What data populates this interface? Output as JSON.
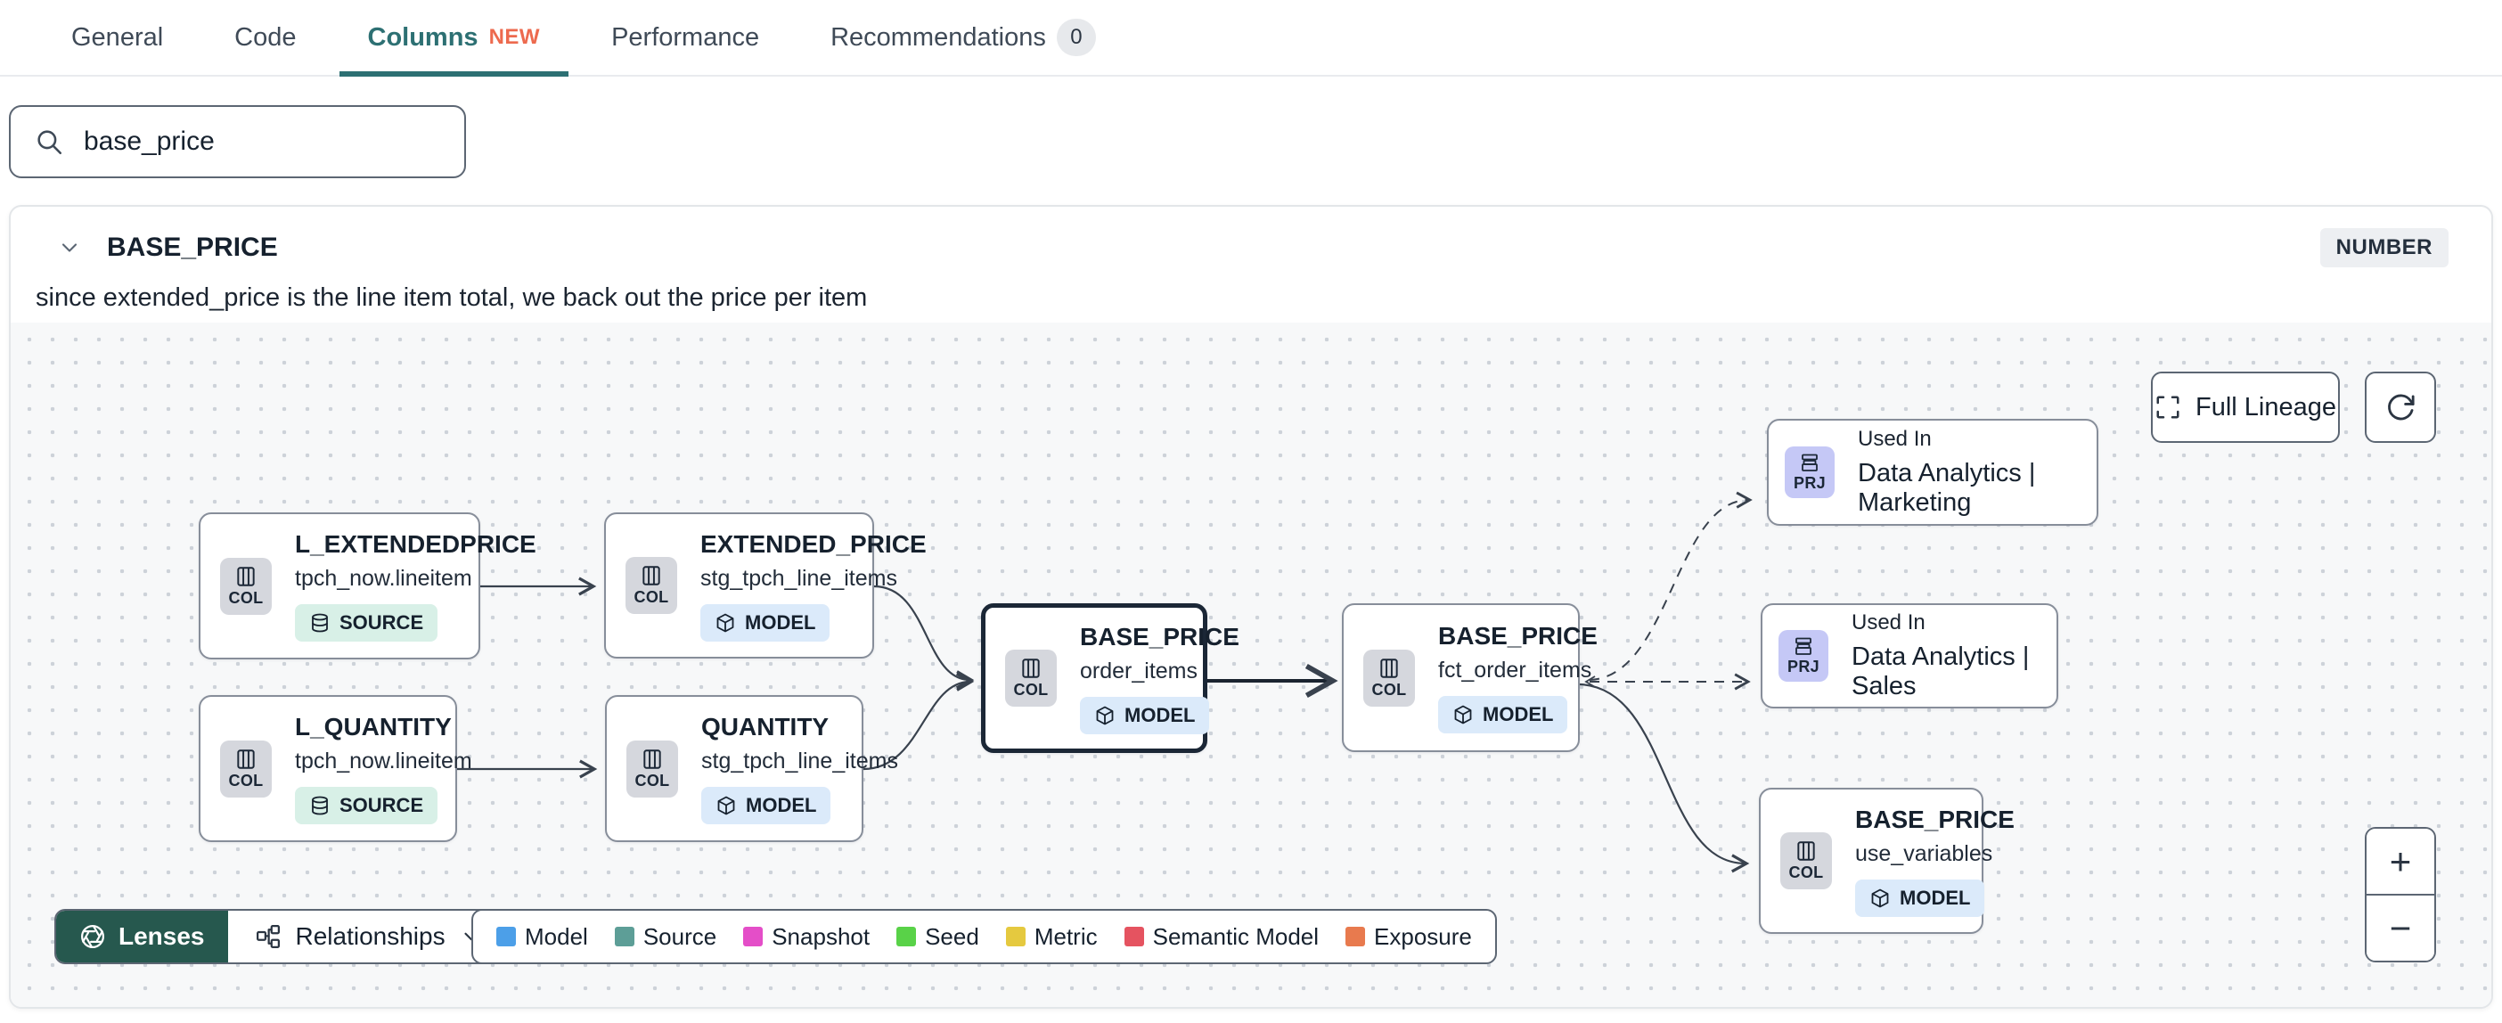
{
  "tabs": {
    "items": [
      {
        "label": "General"
      },
      {
        "label": "Code"
      },
      {
        "label": "Columns",
        "badge": "NEW",
        "active": true
      },
      {
        "label": "Performance"
      },
      {
        "label": "Recommendations",
        "count": "0"
      }
    ]
  },
  "search": {
    "value": "base_price"
  },
  "column_panel": {
    "name": "BASE_PRICE",
    "type_badge": "NUMBER",
    "description": "since extended_price is the line item total, we back out the price per item"
  },
  "canvas": {
    "controls": {
      "full_lineage_label": "Full Lineage",
      "zoom_in": "+",
      "zoom_out": "−"
    },
    "nodes": [
      {
        "badge": "COL",
        "title": "L_EXTENDEDPRICE",
        "subtitle": "tpch_now.lineitem",
        "pill": "SOURCE"
      },
      {
        "badge": "COL",
        "title": "EXTENDED_PRICE",
        "subtitle": "stg_tpch_line_items",
        "pill": "MODEL"
      },
      {
        "badge": "COL",
        "title": "L_QUANTITY",
        "subtitle": "tpch_now.lineitem",
        "pill": "SOURCE"
      },
      {
        "badge": "COL",
        "title": "QUANTITY",
        "subtitle": "stg_tpch_line_items",
        "pill": "MODEL"
      },
      {
        "badge": "COL",
        "title": "BASE_PRICE",
        "subtitle": "order_items",
        "pill": "MODEL"
      },
      {
        "badge": "COL",
        "title": "BASE_PRICE",
        "subtitle": "fct_order_items",
        "pill": "MODEL"
      },
      {
        "badge": "PRJ",
        "eyebrow": "Used In",
        "title": "Data Analytics | Marketing"
      },
      {
        "badge": "PRJ",
        "eyebrow": "Used In",
        "title": "Data Analytics | Sales"
      },
      {
        "badge": "COL",
        "title": "BASE_PRICE",
        "subtitle": "use_variables",
        "pill": "MODEL"
      }
    ],
    "toolbar": {
      "lenses_label": "Lenses",
      "relationships_label": "Relationships"
    },
    "legend": {
      "items": [
        {
          "label": "Model",
          "color": "#4c9fe8"
        },
        {
          "label": "Source",
          "color": "#5d9e97"
        },
        {
          "label": "Snapshot",
          "color": "#e44ec8"
        },
        {
          "label": "Seed",
          "color": "#59d248"
        },
        {
          "label": "Metric",
          "color": "#e5c93f"
        },
        {
          "label": "Semantic Model",
          "color": "#e55360"
        },
        {
          "label": "Exposure",
          "color": "#e87a4e"
        }
      ]
    }
  }
}
